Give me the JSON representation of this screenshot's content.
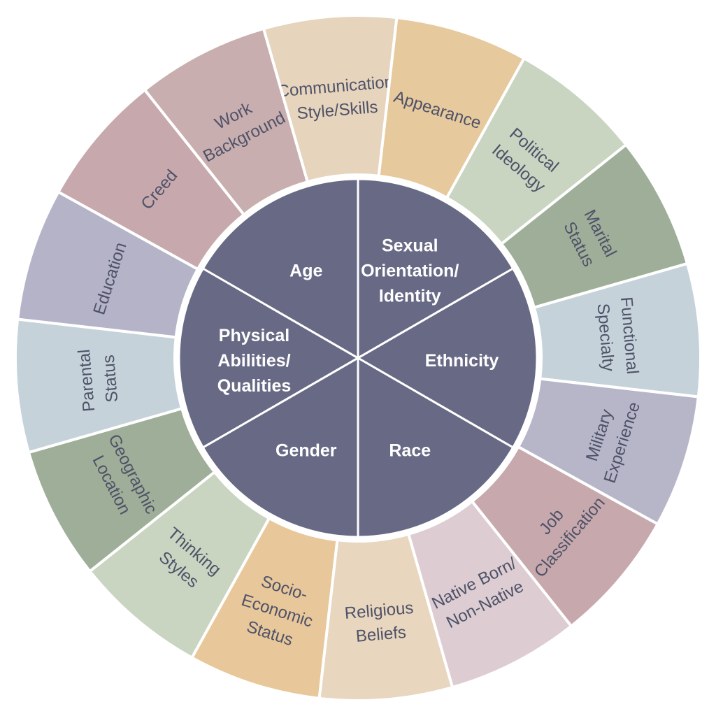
{
  "diagram": {
    "inner_sectors": [
      {
        "lines": [
          "Physical",
          "Abilities/",
          "Qualities"
        ],
        "color": "#686a85"
      },
      {
        "lines": [
          "Age"
        ],
        "color": "#686a85"
      },
      {
        "lines": [
          "Sexual",
          "Orientation/",
          "Identity"
        ],
        "color": "#686a85"
      },
      {
        "lines": [
          "Ethnicity"
        ],
        "color": "#686a85"
      },
      {
        "lines": [
          "Race"
        ],
        "color": "#686a85"
      },
      {
        "lines": [
          "Gender"
        ],
        "color": "#686a85"
      }
    ],
    "outer_sectors": [
      {
        "lines": [
          "Communication",
          "Style/Skills"
        ],
        "color": "#e6d4bd"
      },
      {
        "lines": [
          "Appearance"
        ],
        "color": "#e6c99c"
      },
      {
        "lines": [
          "Political",
          "Ideology"
        ],
        "color": "#c9d4c1"
      },
      {
        "lines": [
          "Marital",
          "Status"
        ],
        "color": "#9fae98"
      },
      {
        "lines": [
          "Functional",
          "Specialty"
        ],
        "color": "#c5d2da"
      },
      {
        "lines": [
          "Military",
          "Experience"
        ],
        "color": "#b7b6c9"
      },
      {
        "lines": [
          "Job",
          "Classification"
        ],
        "color": "#c7a9ad"
      },
      {
        "lines": [
          "Native Born/",
          "Non-Native"
        ],
        "color": "#ddcdd2"
      },
      {
        "lines": [
          "Religious",
          "Beliefs"
        ],
        "color": "#e8d6bf"
      },
      {
        "lines": [
          "Socio-",
          "Economic",
          "Status"
        ],
        "color": "#e8c79a"
      },
      {
        "lines": [
          "Thinking",
          "Styles"
        ],
        "color": "#c9d4c1"
      },
      {
        "lines": [
          "Geographic",
          "Location"
        ],
        "color": "#9fae98"
      },
      {
        "lines": [
          "Parental",
          "Status"
        ],
        "color": "#c5d2da"
      },
      {
        "lines": [
          "Education"
        ],
        "color": "#b4b3c8"
      },
      {
        "lines": [
          "Creed"
        ],
        "color": "#c7a9ad"
      },
      {
        "lines": [
          "Work",
          "Background"
        ],
        "color": "#c9aeaf"
      }
    ]
  }
}
